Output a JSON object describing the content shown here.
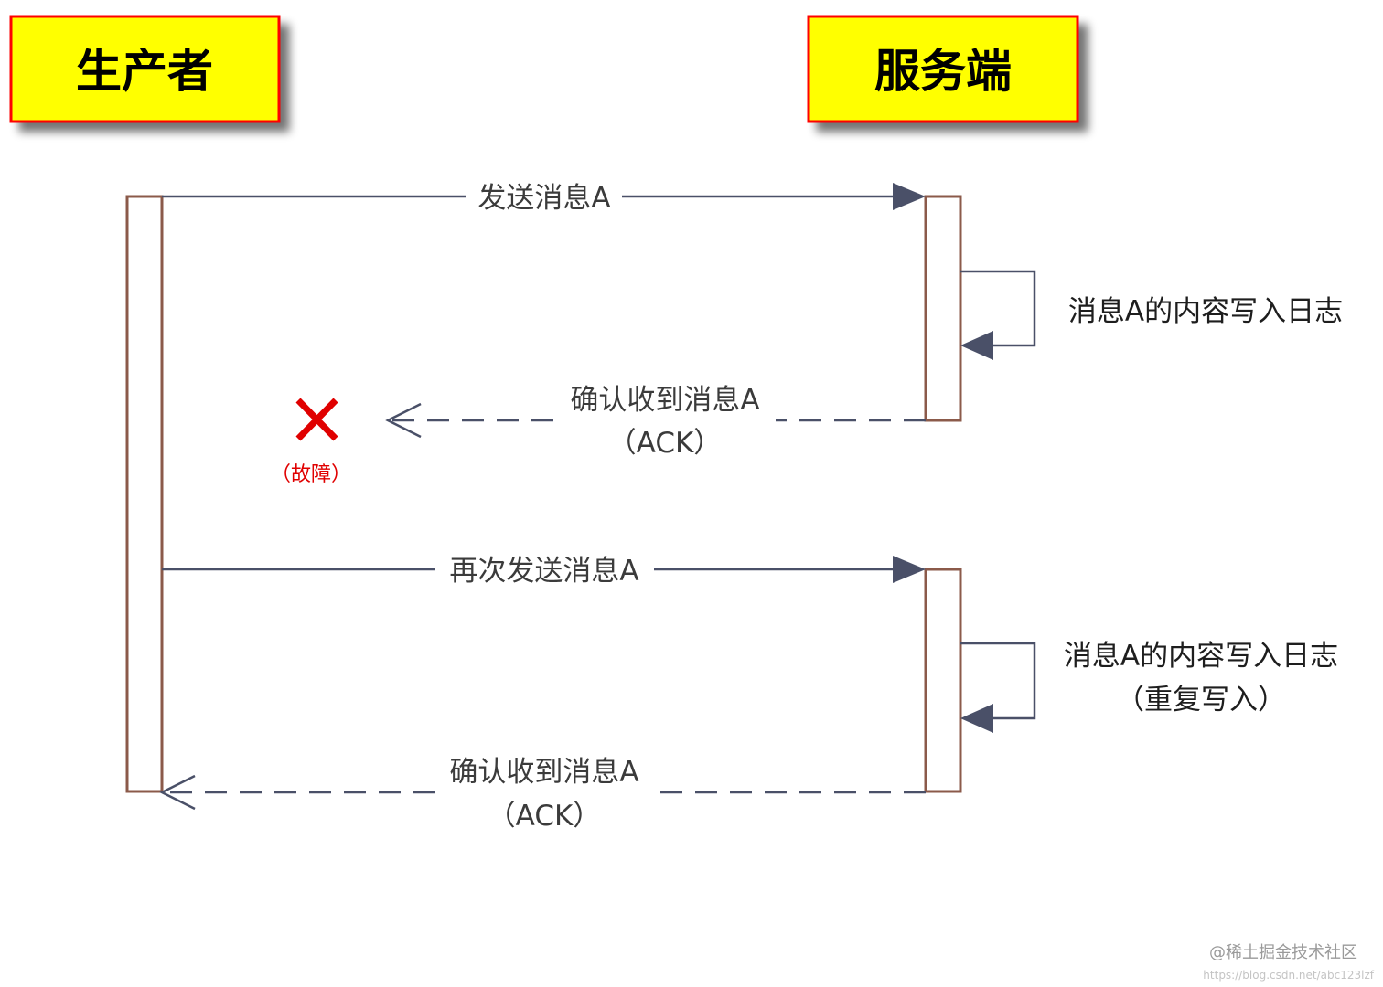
{
  "actors": {
    "producer": "生产者",
    "server": "服务端"
  },
  "messages": {
    "send_a": "发送消息A",
    "ack1_line1": "确认收到消息A",
    "ack1_line2": "（ACK）",
    "resend_a": "再次发送消息A",
    "ack2_line1": "确认收到消息A",
    "ack2_line2": "（ACK）"
  },
  "notes": {
    "write_log_1": "消息A的内容写入日志",
    "write_log_2_line1": "消息A的内容写入日志",
    "write_log_2_line2": "（重复写入）"
  },
  "fault": {
    "label": "（故障）",
    "icon": "red-x-icon"
  },
  "watermark": {
    "text": "@稀土掘金技术社区",
    "url": "https://blog.csdn.net/abc123lzf"
  },
  "colors": {
    "actor_fill": "#ffff00",
    "actor_border": "#ff0000",
    "lifeline": "#ff0000",
    "arrow": "#4a5068",
    "activation_border": "#8b5a4a",
    "fault": "#e00000"
  }
}
